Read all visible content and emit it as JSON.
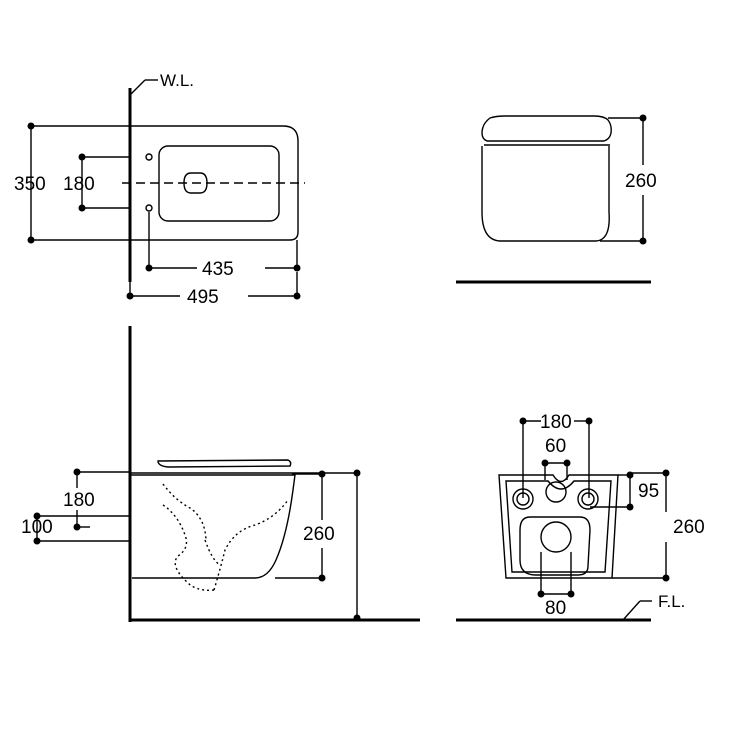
{
  "labels": {
    "wall_line": "W.L.",
    "floor_line": "F.L."
  },
  "top_view": {
    "width": "350",
    "hole_spacing": "180",
    "inner_length": "435",
    "total_length": "495"
  },
  "front_view": {
    "height": "260"
  },
  "side_view": {
    "height_upper": "180",
    "height_lower": "100",
    "bowl_height": "260"
  },
  "rear_view": {
    "outer_spacing": "180",
    "inner_spacing": "60",
    "top_offset": "95",
    "height": "260",
    "outlet_spacing": "80"
  },
  "colors": {
    "line": "#000000",
    "background": "#ffffff"
  }
}
